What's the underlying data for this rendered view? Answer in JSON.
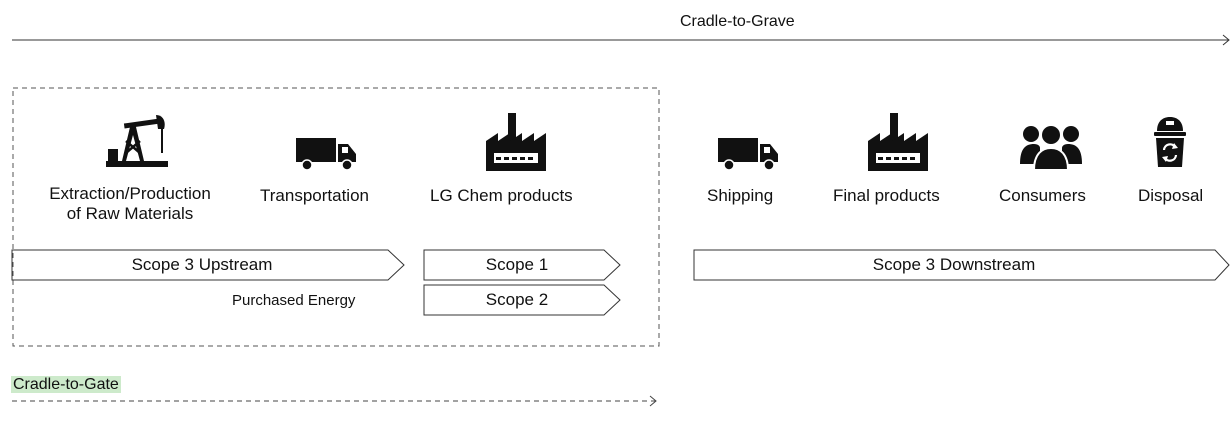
{
  "cradle_to_grave": {
    "label": "Cradle-to-Grave"
  },
  "cradle_to_gate": {
    "label": "Cradle-to-Gate",
    "highlight_color": "#cdeacb"
  },
  "stages": [
    {
      "icon": "oil-pump-icon",
      "label_line1": "Extraction/Production",
      "label_line2": "of Raw Materials"
    },
    {
      "icon": "truck-icon",
      "label": "Transportation"
    },
    {
      "icon": "factory-icon",
      "label": "LG Chem products"
    },
    {
      "icon": "truck-icon",
      "label": "Shipping"
    },
    {
      "icon": "factory-icon",
      "label": "Final products"
    },
    {
      "icon": "people-icon",
      "label": "Consumers"
    },
    {
      "icon": "trash-bin-icon",
      "label": "Disposal"
    }
  ],
  "scopes": {
    "upstream": "Scope 3 Upstream",
    "scope1": "Scope 1",
    "scope2": "Scope 2",
    "purchased_energy": "Purchased Energy",
    "downstream": "Scope 3 Downstream"
  }
}
